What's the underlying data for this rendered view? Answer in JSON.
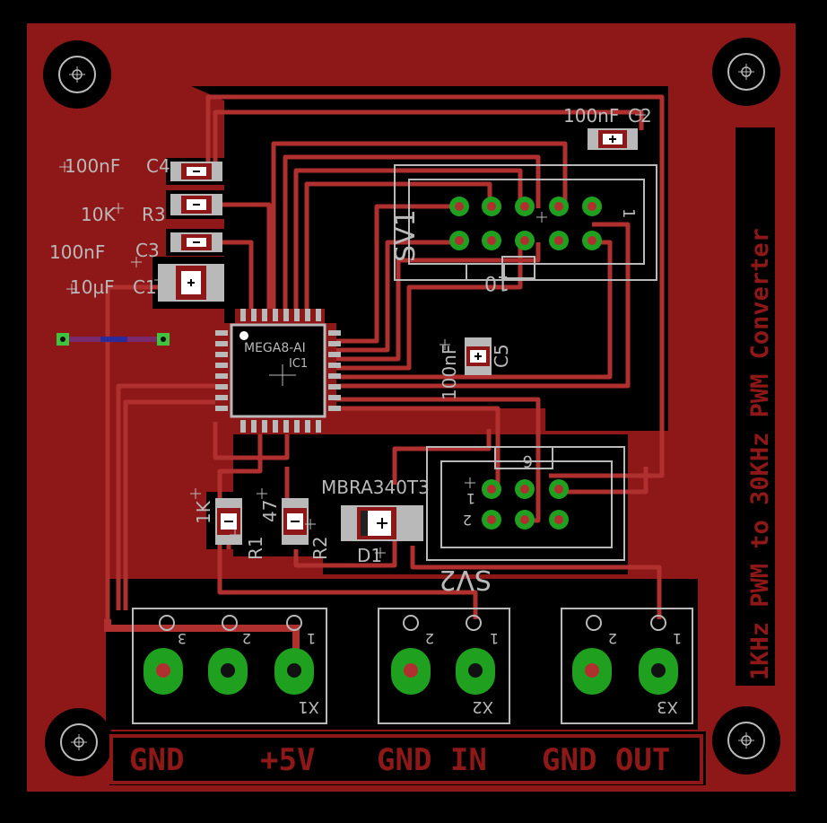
{
  "board": {
    "title": "1KHz PWM to 30KHz PWM Converter",
    "colors": {
      "background": "#000000",
      "copper": "#8e1717",
      "trace": "#b03030",
      "silkscreen": "#b9b9b9",
      "pad_green": "#1fa01f",
      "via_green": "#3ec43e"
    }
  },
  "components": {
    "c4": {
      "name": "C4",
      "value": "100nF"
    },
    "r3": {
      "name": "R3",
      "value": "10K"
    },
    "c3": {
      "name": "C3",
      "value": "100nF"
    },
    "c1": {
      "name": "C1",
      "value": "10µF"
    },
    "c2": {
      "name": "C2",
      "value": "100nF"
    },
    "c5": {
      "name": "C5",
      "value": "100nF"
    },
    "ic1": {
      "name": "IC1",
      "value": "MEGA8-AI"
    },
    "r1": {
      "name": "R1",
      "value": "1K"
    },
    "r2": {
      "name": "R2",
      "value": "47"
    },
    "d1": {
      "name": "D1",
      "value": "MBRA340T3"
    },
    "sv1": {
      "name": "SV1",
      "pin_low": "1",
      "pin_high": "10"
    },
    "sv2": {
      "name": "SV2",
      "pin_low": "1",
      "pin_high": "2",
      "pin_top": "6"
    },
    "x1": {
      "name": "X1",
      "pins": [
        "3",
        "2",
        "1"
      ]
    },
    "x2": {
      "name": "X2",
      "pins": [
        "2",
        "1"
      ]
    },
    "x3": {
      "name": "X3",
      "pins": [
        "2",
        "1"
      ]
    }
  },
  "terminal_labels": {
    "gnd": "GND",
    "plus5v": "+5V",
    "gnd_in": "GND IN",
    "gnd_out": "GND OUT"
  }
}
